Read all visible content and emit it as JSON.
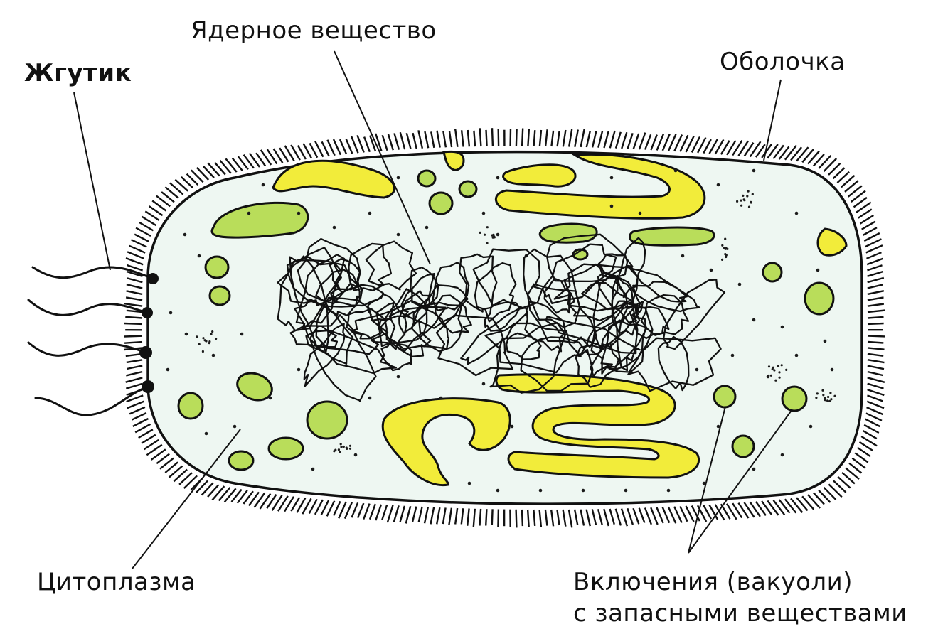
{
  "diagram": {
    "labels": {
      "flagellum": "Жгутик",
      "nuclear_material": "Ядерное вещество",
      "envelope": "Оболочка",
      "cytoplasm": "Цитоплазма",
      "inclusions_line1": "Включения (вакуоли)",
      "inclusions_line2": "с запасными веществами"
    },
    "colors": {
      "background": "#ffffff",
      "cell_fill": "#eef7f2",
      "outline": "#111111",
      "inclusion_yellow": "#f2ec3a",
      "inclusion_green": "#b9dd5a",
      "granule": "#1b1b1b"
    }
  }
}
